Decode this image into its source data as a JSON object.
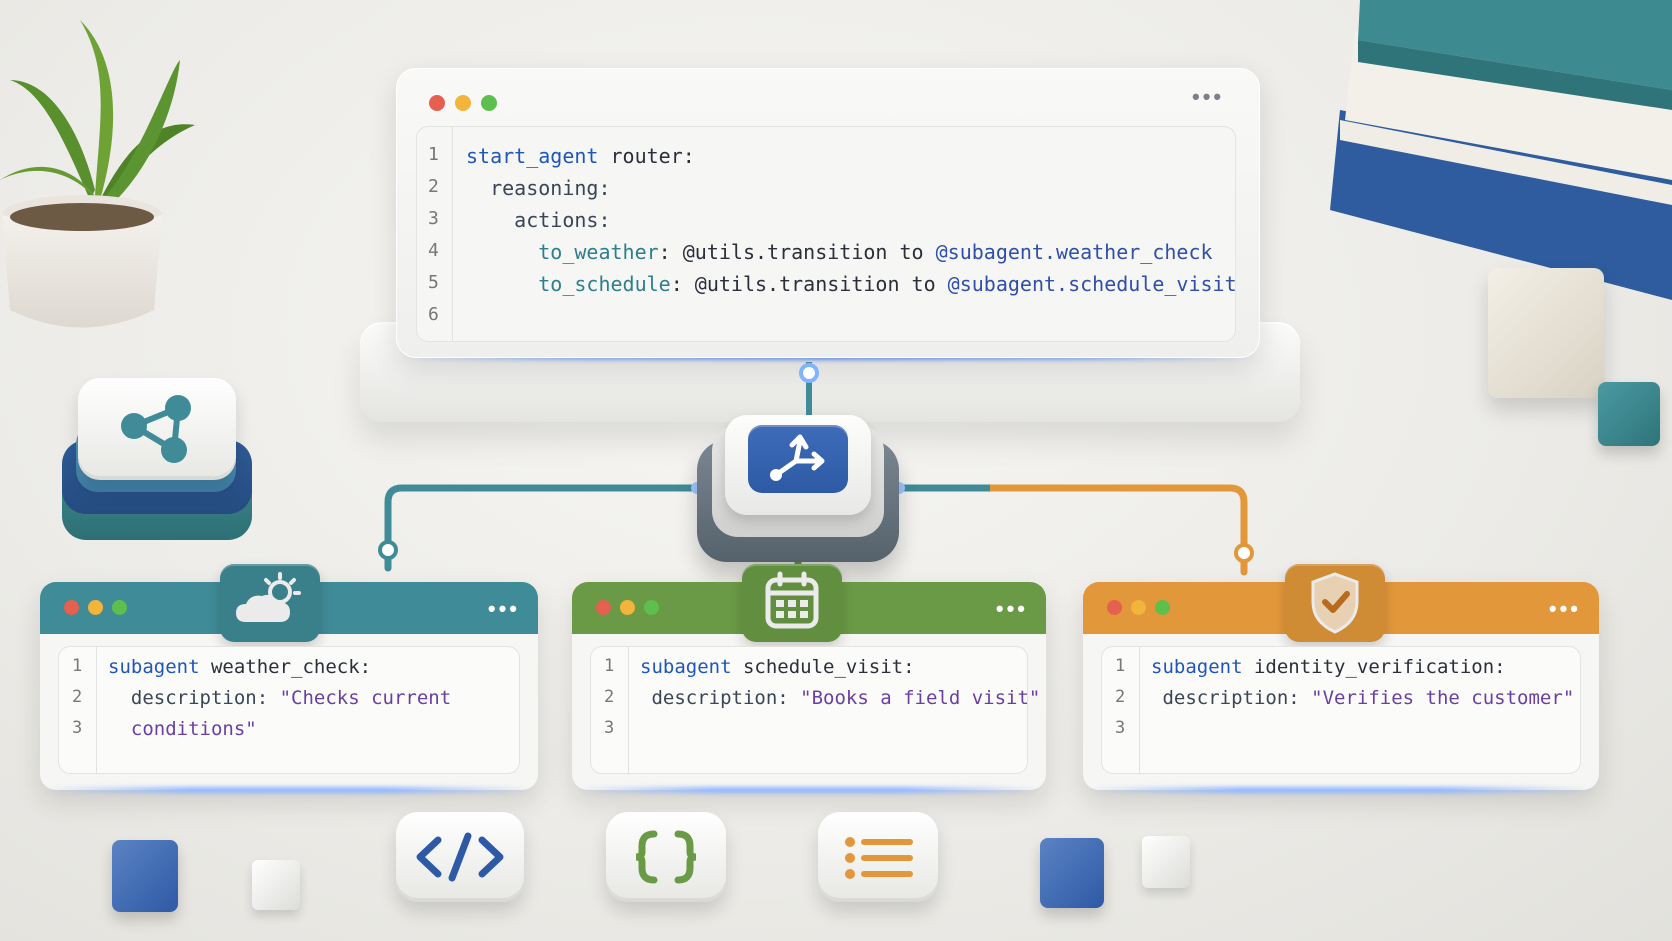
{
  "main_editor": {
    "lines": [
      {
        "n": "1",
        "parts": [
          {
            "t": "start_agent",
            "c": "kw"
          },
          {
            "t": " router:",
            "c": "id"
          }
        ]
      },
      {
        "n": "2",
        "parts": [
          {
            "t": "  reasoning:",
            "c": "prop"
          }
        ]
      },
      {
        "n": "3",
        "parts": [
          {
            "t": "    actions:",
            "c": "prop"
          }
        ]
      },
      {
        "n": "4",
        "parts": [
          {
            "t": "      to_weather",
            "c": "teal"
          },
          {
            "t": ": @utils.transition to ",
            "c": "id"
          },
          {
            "t": "@subagent.weather_check",
            "c": "ref"
          }
        ]
      },
      {
        "n": "5",
        "parts": [
          {
            "t": "      to_schedule",
            "c": "teal"
          },
          {
            "t": ": @utils.transition to ",
            "c": "id"
          },
          {
            "t": "@subagent.schedule_visit",
            "c": "ref"
          }
        ]
      },
      {
        "n": "6",
        "parts": []
      }
    ]
  },
  "subagents": [
    {
      "color": "#3f8b97",
      "icon": "weather-cloud-sun-icon",
      "lines": [
        {
          "n": "1",
          "parts": [
            {
              "t": "subagent",
              "c": "kw"
            },
            {
              "t": " weather_check:",
              "c": "id"
            }
          ]
        },
        {
          "n": "2",
          "parts": [
            {
              "t": "  description: ",
              "c": "prop"
            },
            {
              "t": "\"Checks current",
              "c": "str"
            }
          ]
        },
        {
          "n": "3",
          "parts": [
            {
              "t": "  conditions\"",
              "c": "str"
            }
          ]
        }
      ]
    },
    {
      "color": "#6a9a45",
      "icon": "calendar-icon",
      "lines": [
        {
          "n": "1",
          "parts": [
            {
              "t": "subagent",
              "c": "kw"
            },
            {
              "t": " schedule_visit:",
              "c": "id"
            }
          ]
        },
        {
          "n": "2",
          "parts": [
            {
              "t": " description: ",
              "c": "prop"
            },
            {
              "t": "\"Books a field visit\"",
              "c": "str"
            }
          ]
        },
        {
          "n": "3",
          "parts": []
        }
      ]
    },
    {
      "color": "#e2973a",
      "icon": "shield-check-icon",
      "lines": [
        {
          "n": "1",
          "parts": [
            {
              "t": "subagent",
              "c": "kw"
            },
            {
              "t": " identity_verification:",
              "c": "id"
            }
          ]
        },
        {
          "n": "2",
          "parts": [
            {
              "t": " description: ",
              "c": "prop"
            },
            {
              "t": "\"Verifies the customer\"",
              "c": "str"
            }
          ]
        },
        {
          "n": "3",
          "parts": []
        }
      ]
    }
  ],
  "router_icon": "branch-arrow-icon",
  "colors": {
    "window_red": "#e5604f",
    "window_yellow": "#f2b43a",
    "window_green": "#5cbf4e",
    "keyword_blue": "#1f56b8",
    "string_purple": "#6b3fa0",
    "wire_teal": "#3f8b97",
    "wire_orange": "#e2973a"
  },
  "decor_icons": [
    "share-nodes-icon",
    "code-tag-icon",
    "curly-braces-icon",
    "list-icon"
  ]
}
